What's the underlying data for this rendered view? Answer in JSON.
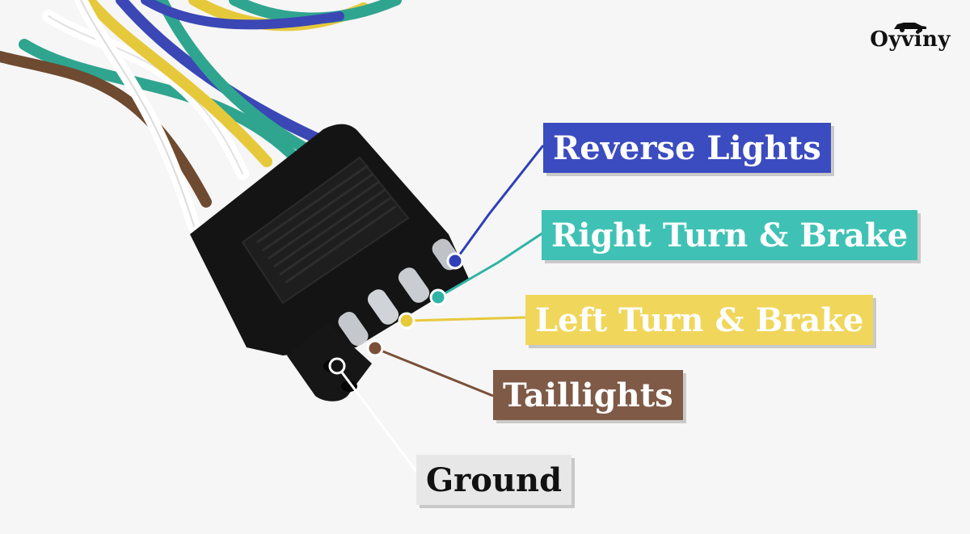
{
  "brand": {
    "name": "Oyviny",
    "logo_icon": "car-icon"
  },
  "labels": [
    {
      "id": "reverse",
      "text": "Reverse Lights",
      "bg": "#3b4cc0",
      "fg": "#ffffff",
      "wire": "#2f3fb8"
    },
    {
      "id": "right",
      "text": "Right Turn & Brake",
      "bg": "#3fc2b5",
      "fg": "#ffffff",
      "wire": "#2fb3a6"
    },
    {
      "id": "left",
      "text": "Left Turn & Brake",
      "bg": "#f0d65a",
      "fg": "#ffffff",
      "wire": "#e7c93c"
    },
    {
      "id": "tail",
      "text": "Taillights",
      "bg": "#7f5a46",
      "fg": "#ffffff",
      "wire": "#7a4f38"
    },
    {
      "id": "ground",
      "text": "Ground",
      "bg": "#e7e7e7",
      "fg": "#111111",
      "wire": "#ffffff"
    }
  ]
}
